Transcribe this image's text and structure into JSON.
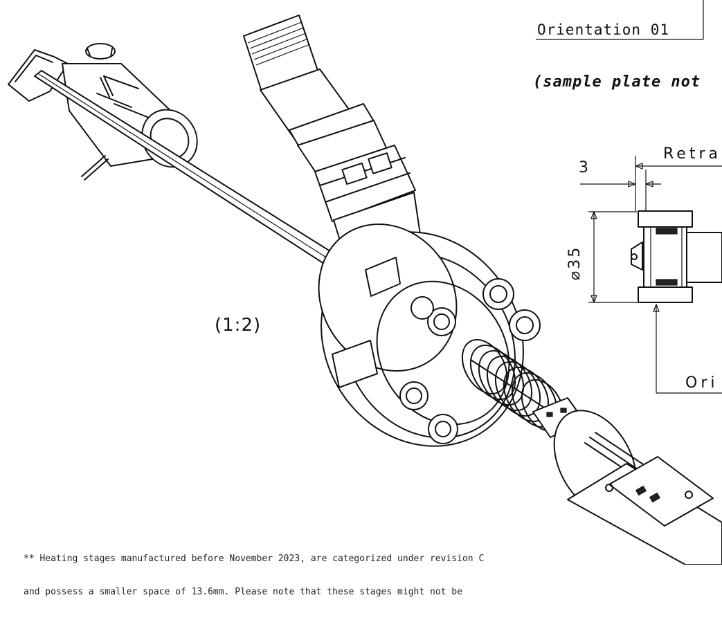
{
  "labels": {
    "orientation_title": "Orientation 01",
    "sample_note": "(sample plate not",
    "scale": "(1:2)",
    "dim_retract": "Retra",
    "dim_three": "3",
    "dim_diameter": "⌀35",
    "dim_orientation_short": "Ori"
  },
  "footnote": {
    "line1": "** Heating stages manufactured before November 2023, are categorized under revision C",
    "line2": "and possess a smaller space of 13.6mm. Please note that these stages might not be"
  },
  "colors": {
    "line": "#111111",
    "background": "#ffffff"
  }
}
